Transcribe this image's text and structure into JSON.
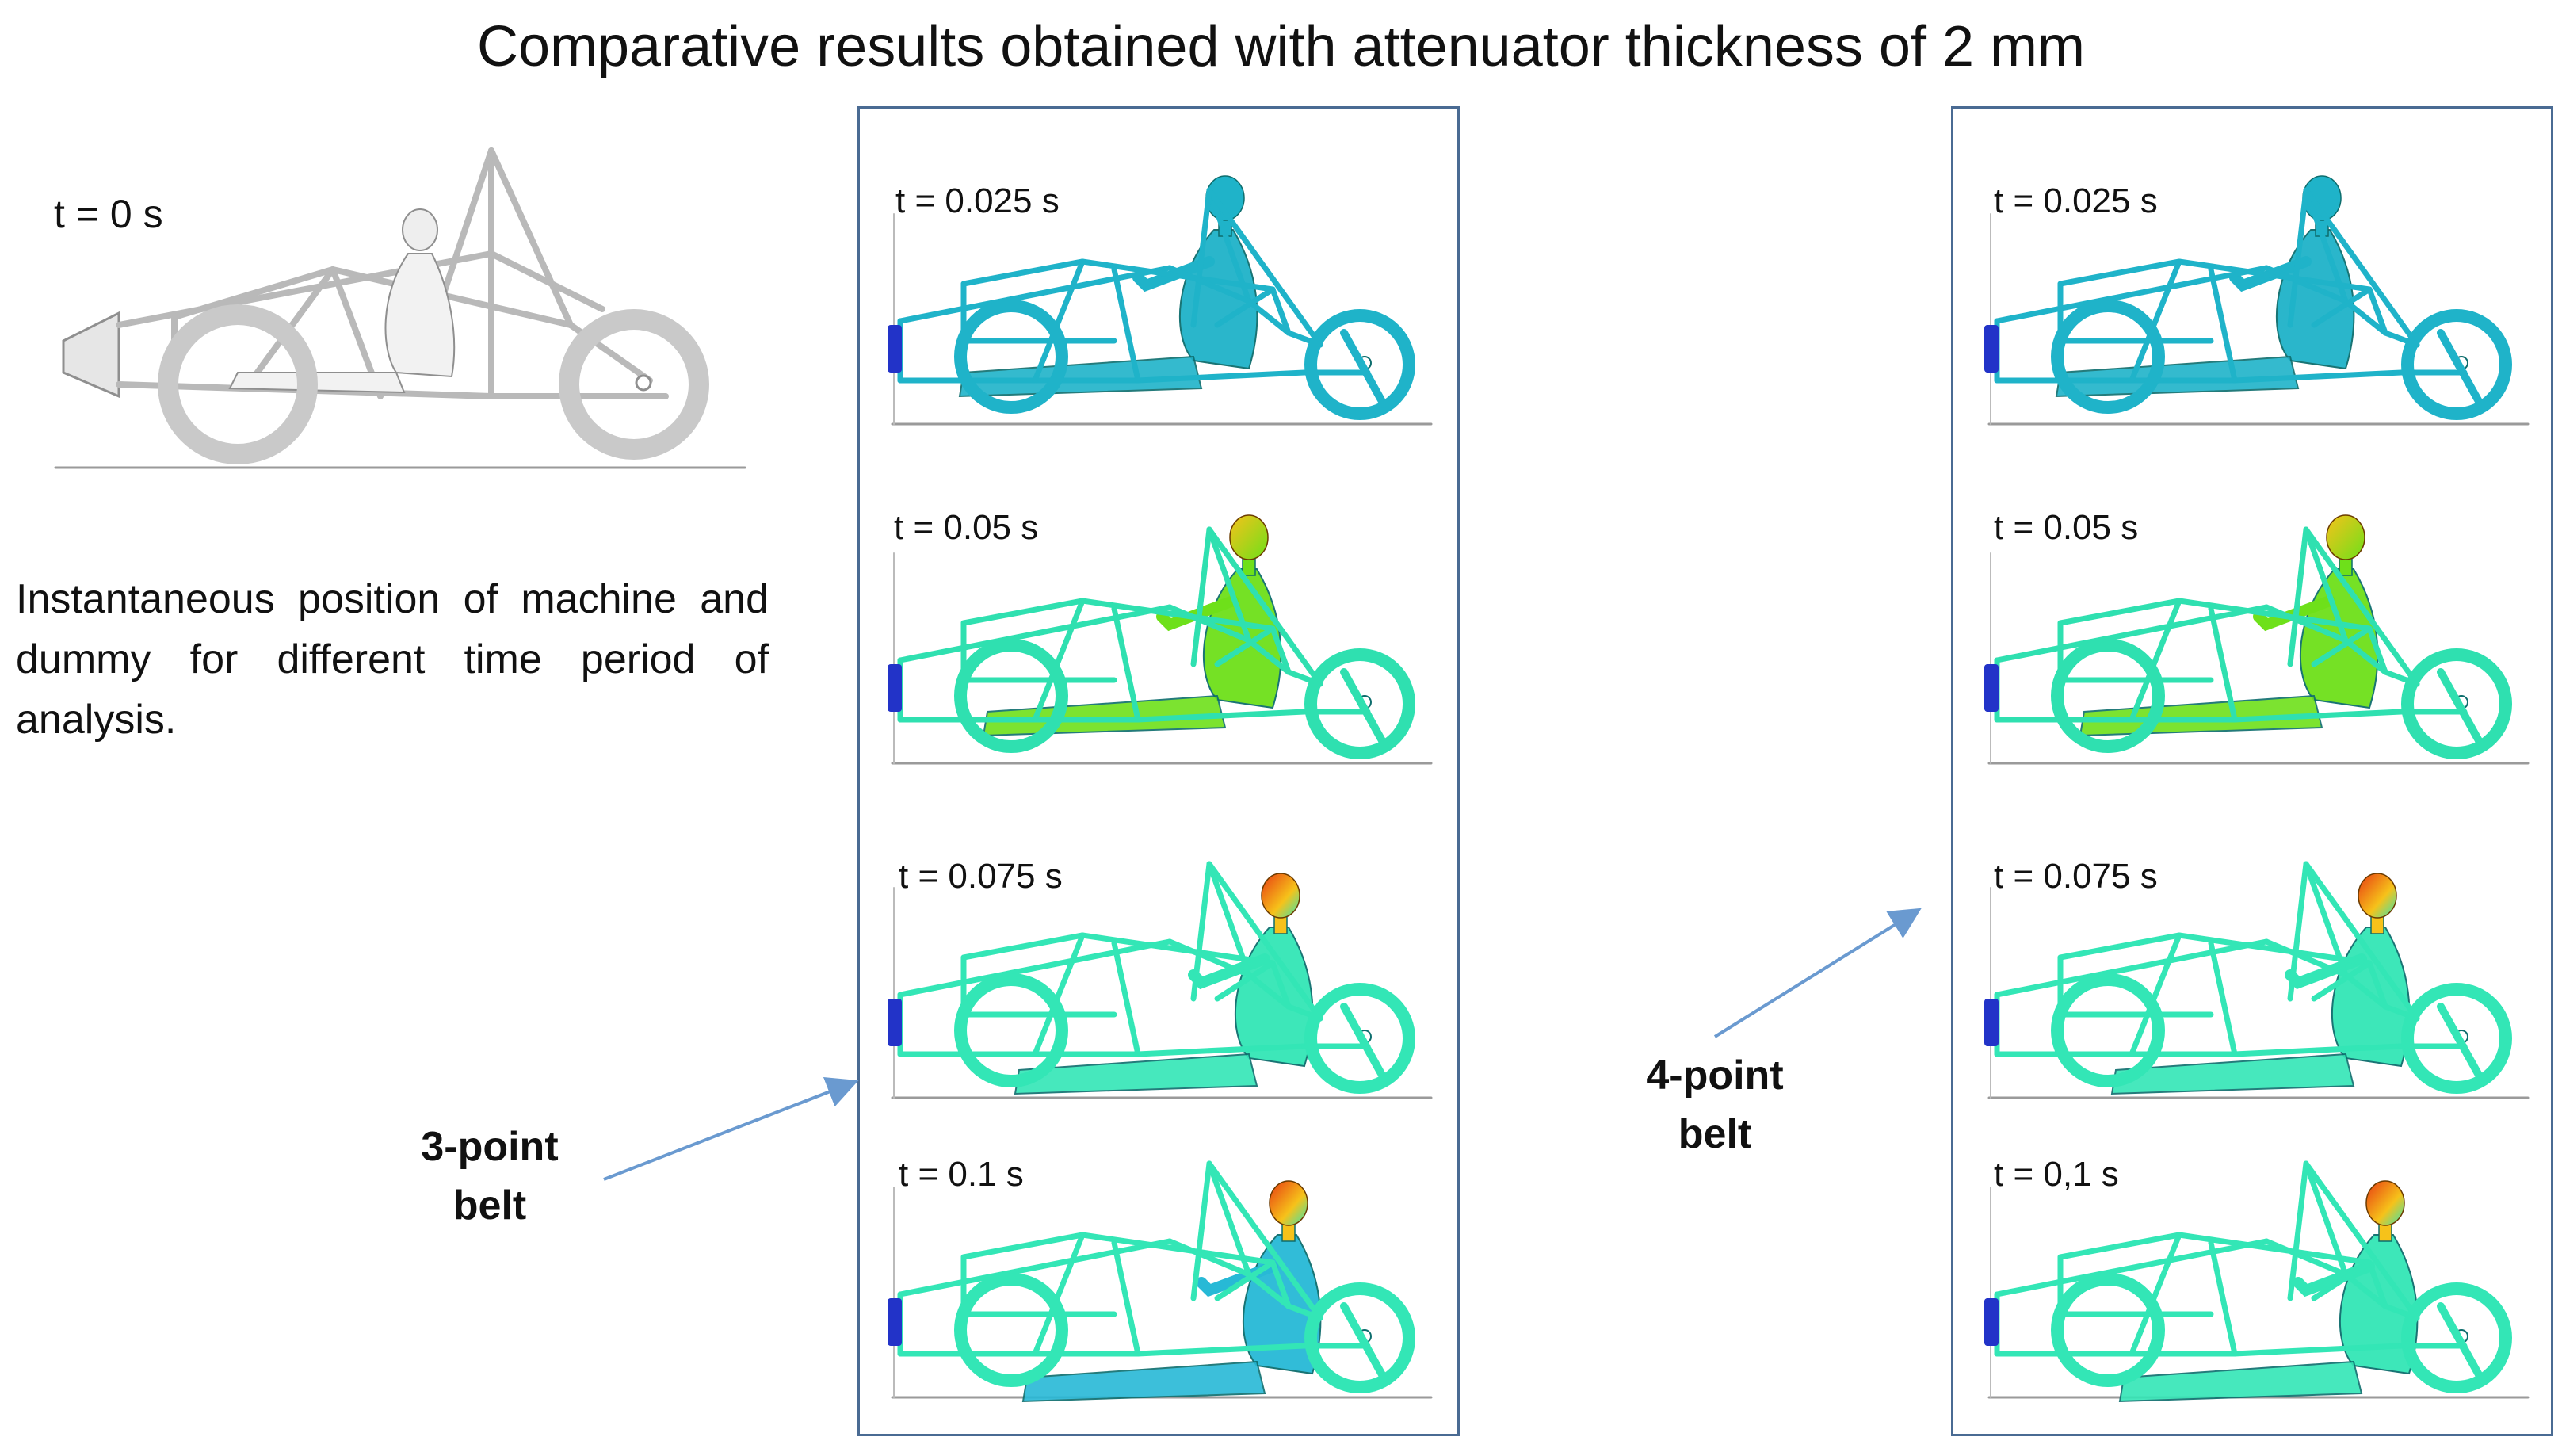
{
  "title": "Comparative results obtained with attenuator thickness of 2 mm",
  "initial": {
    "time_label": "t = 0 s"
  },
  "description": "Instantaneous position of machine and dummy for different time period of analysis.",
  "panels": [
    {
      "belt_label": "3-point belt",
      "frames": [
        {
          "time_label": "t = 0.025 s"
        },
        {
          "time_label": "t = 0.05 s"
        },
        {
          "time_label": "t = 0.075 s"
        },
        {
          "time_label": "t = 0.1 s"
        }
      ]
    },
    {
      "belt_label": "4-point belt",
      "frames": [
        {
          "time_label": "t = 0.025 s"
        },
        {
          "time_label": "t = 0.05 s"
        },
        {
          "time_label": "t = 0.075 s"
        },
        {
          "time_label": "t = 0,1 s"
        }
      ]
    }
  ],
  "colors": {
    "frame_border": "#4a6b93",
    "arrow": "#6a9ad0",
    "t025_car": "#1fb3c9",
    "t025_dummy": "#1fb3c9",
    "t05_car": "#2fe0b0",
    "t05_dummy": "#6ee01a",
    "t075_car": "#33e6b6",
    "t075_dummy": "#33e6b6",
    "t01_car": "#33e6b6",
    "t01_dummy_3pt": "#27b9d6",
    "t01_dummy_4pt": "#33e6b6",
    "head_hot": "#e83a12",
    "head_warm": "#f6c21a",
    "attenuator": "#2233c8"
  }
}
